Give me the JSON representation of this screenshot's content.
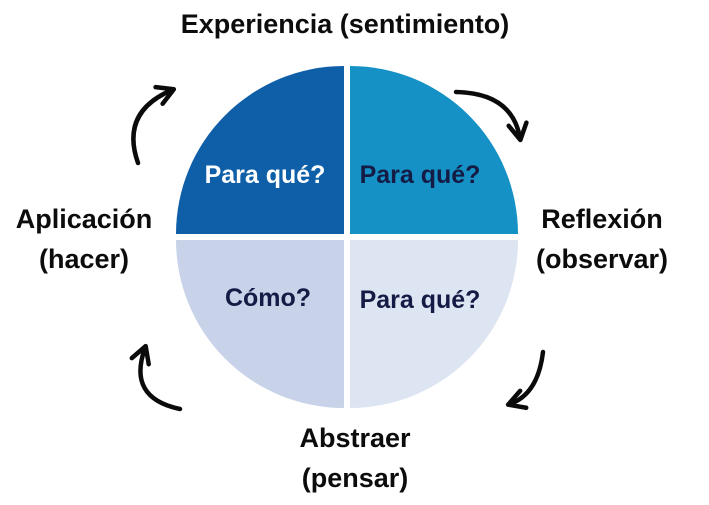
{
  "diagram": {
    "title": "Experiencia (sentimiento)",
    "outer_labels": {
      "right": {
        "line1": "Reflexión",
        "line2": "(observar)"
      },
      "bottom": {
        "line1": "Abstraer",
        "line2": "(pensar)"
      },
      "left": {
        "line1": "Aplicación",
        "line2": "(hacer)"
      }
    },
    "quadrants": [
      {
        "position": "top-left",
        "label": "Para qué?",
        "color": "#0e5fa8",
        "text_color": "#ffffff"
      },
      {
        "position": "top-right",
        "label": "Para qué?",
        "color": "#1591c5",
        "text_color": "#141b45"
      },
      {
        "position": "bottom-left",
        "label": "Cómo?",
        "color": "#c8d3e9",
        "text_color": "#141b45"
      },
      {
        "position": "bottom-right",
        "label": "Para qué?",
        "color": "#dde4f2",
        "text_color": "#141b45"
      }
    ],
    "arrows": {
      "color": "#0b0b0b",
      "items": [
        "curved-arrow-left-to-top",
        "curved-arrow-top-to-right",
        "curved-arrow-right-to-bottom",
        "curved-arrow-bottom-to-left"
      ]
    },
    "background": "#ffffff"
  }
}
